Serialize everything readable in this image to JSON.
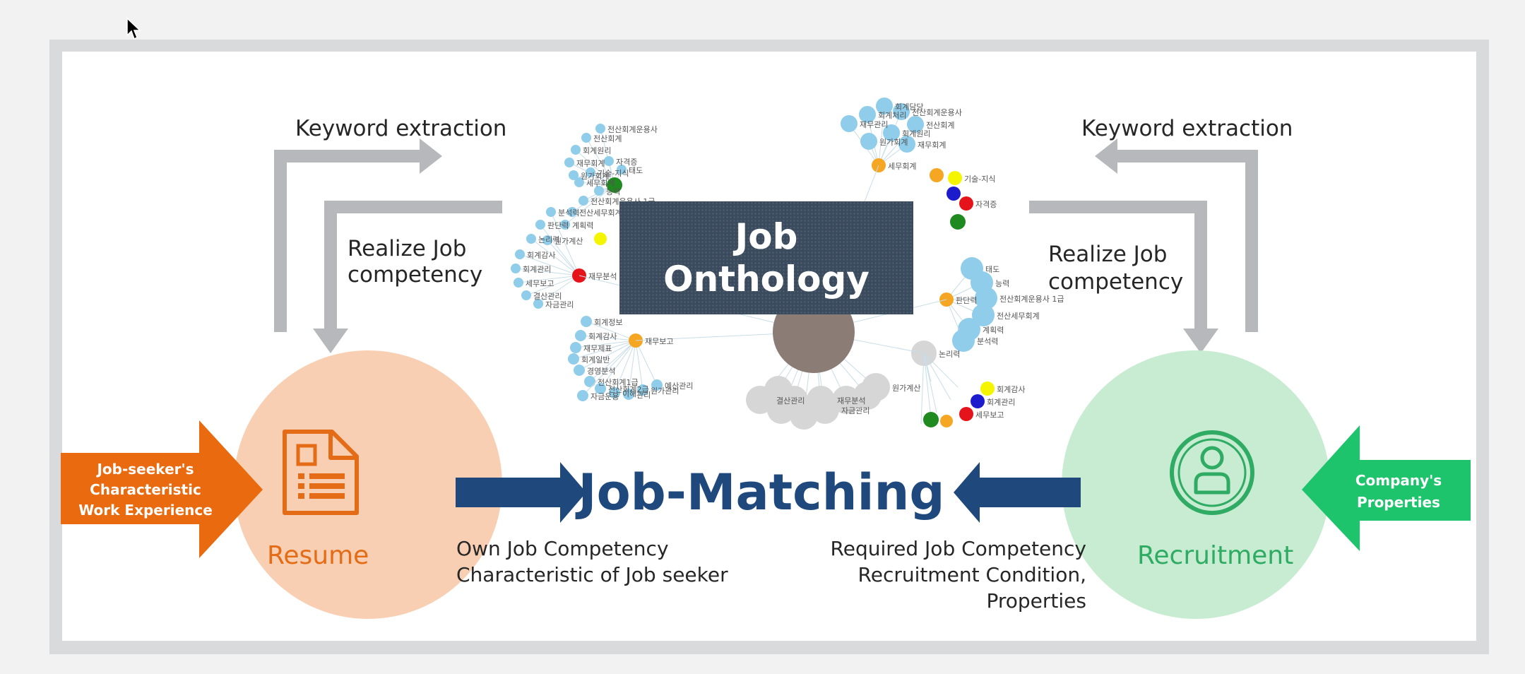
{
  "diagram": {
    "left_top_label": "Keyword extraction",
    "left_mid_label": [
      "Realize Job",
      "competency"
    ],
    "right_top_label": "Keyword extraction",
    "right_mid_label": [
      "Realize Job",
      "competency"
    ],
    "ontology_title": [
      "Job",
      "Onthology"
    ],
    "matching_title": "Job-Matching",
    "left_caption": [
      "Own Job Competency",
      "Characteristic of Job seeker"
    ],
    "right_caption": [
      "Required Job Competency",
      "Recruitment Condition,",
      "Properties"
    ],
    "resume_label": "Resume",
    "recruitment_label": "Recruitment",
    "left_banner": [
      "Job-seeker's",
      "Characteristic",
      "Work Experience"
    ],
    "right_banner": [
      "Company's",
      "Properties"
    ],
    "icons": [
      "resume-document-icon",
      "user-person-icon",
      "mouse-cursor-icon"
    ]
  },
  "colors": {
    "arrow_gray": "#b6b8bc",
    "navy_arrow": "#1f497d",
    "resume_circle": "#f8cfb2",
    "resume_accent": "#e46c16",
    "orange_banner": "#ea6a0f",
    "recruit_circle": "#c7ecd1",
    "recruit_accent": "#2fab63",
    "green_banner": "#1ec46c",
    "ontology_box": "#3b4b5e",
    "node_blue": "#8fcdea",
    "node_orange": "#f5a623",
    "node_yellow": "#f5f500",
    "node_red": "#e5141b",
    "node_green": "#1f8a1f",
    "node_navy": "#1c1ccc",
    "node_brown": "#8b7d75",
    "node_gray": "#d6d6d6"
  },
  "ontology_labels": [
    "전산회계운용사",
    "전산회계",
    "회계원리",
    "재무회계",
    "원가회계",
    "세무회계",
    "기술-지식",
    "자격증",
    "태도",
    "능력",
    "전산회계운용사 1급",
    "전산세무회계",
    "계획력",
    "분석력",
    "판단력",
    "논리력",
    "회계감사",
    "회계관리",
    "세무보고",
    "결산관리",
    "자금관리",
    "원가계산",
    "재무분석",
    "회계정보",
    "회계감사",
    "재무제표",
    "회계일반",
    "경영분석",
    "전산회계1급",
    "전산회계2급",
    "이해",
    "관리",
    "원가관리",
    "예산관리",
    "자금운용",
    "재무보고",
    "재무관리",
    "회계처리",
    "회계담당"
  ]
}
